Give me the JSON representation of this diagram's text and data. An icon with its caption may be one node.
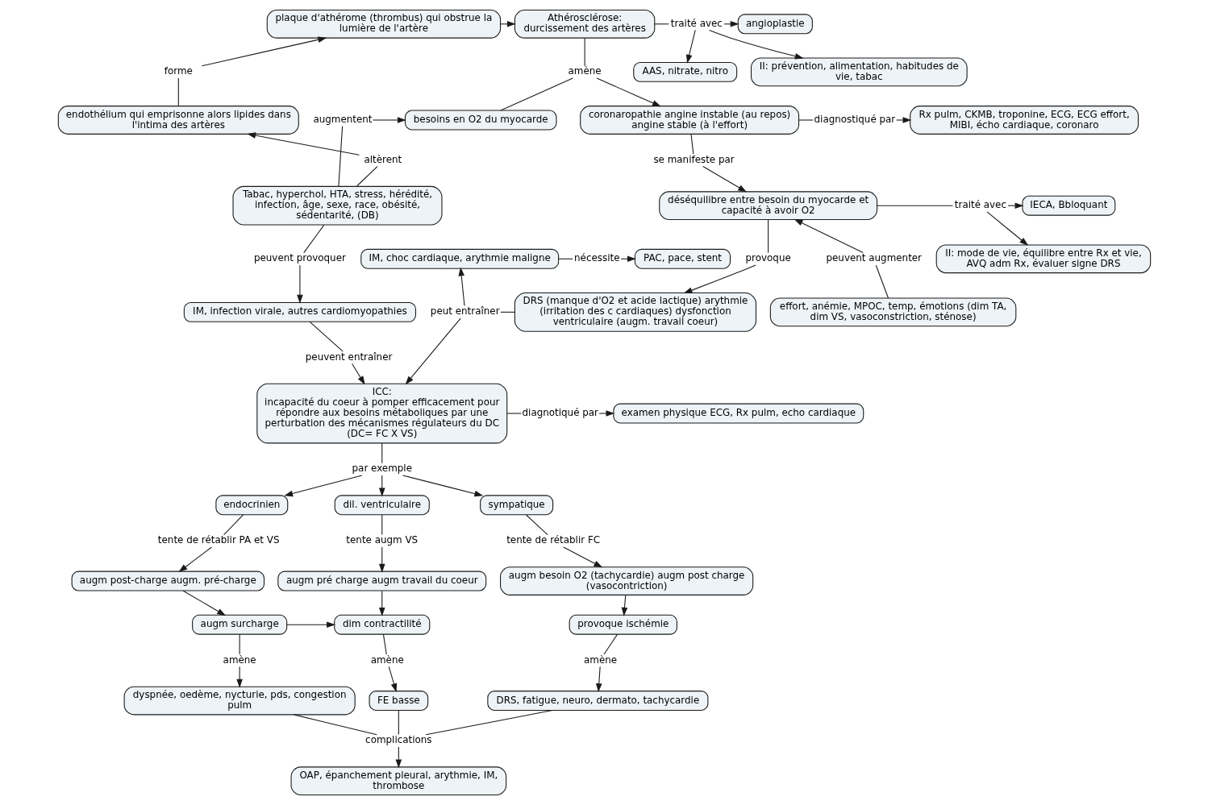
{
  "diagram": {
    "nodes": [
      {
        "text": [
          "plaque d'athérome (thrombus) qui obstrue la lumière de l'artère"
        ]
      },
      {
        "text": [
          "Athérosclérose:",
          "durcissement des artères"
        ]
      },
      {
        "text": [
          "traité avec"
        ]
      },
      {
        "text": [
          "angioplastie"
        ]
      },
      {
        "text": [
          "AAS, nitrate, nitro"
        ]
      },
      {
        "text": [
          "forme"
        ]
      },
      {
        "text": [
          "II: prévention, alimentation, habitudes de vie, tabac"
        ]
      },
      {
        "text": [
          "endothélium qui emprisonne alors lipides dans l'intima des artères"
        ]
      },
      {
        "text": [
          "besoins en O2 du myocarde"
        ]
      },
      {
        "text": [
          "amène"
        ]
      },
      {
        "text": [
          "coronaropathie angine instable (au repos) angine stable (à l'effort)"
        ]
      },
      {
        "text": [
          "diagnostiqué par"
        ]
      },
      {
        "text": [
          "Rx pulm, CKMB, troponine, ECG, ECG effort, MIBI, écho cardiaque, coronaro"
        ]
      },
      {
        "text": [
          "altèrent"
        ]
      },
      {
        "text": [
          "Tabac, hyperchol, HTA, stress, hérédité, infection, âge, sexe, race, obésité, sédentarité, (DB)"
        ]
      },
      {
        "text": [
          "augmentent"
        ]
      },
      {
        "text": [
          "se manifeste par"
        ]
      },
      {
        "text": [
          "déséquilibre entre besoin du myocarde et capacité à avoir O2"
        ]
      },
      {
        "text": [
          "traité avec"
        ]
      },
      {
        "text": [
          "IECA, Bbloquant"
        ]
      },
      {
        "text": [
          "nécessite"
        ]
      },
      {
        "text": [
          "PAC, pace, stent"
        ]
      },
      {
        "text": [
          "II: mode de vie, équilibre entre Rx et vie, AVQ adm Rx, évaluer signe DRS"
        ]
      },
      {
        "text": [
          "provoque"
        ]
      },
      {
        "text": [
          "peuvent augmenter"
        ]
      },
      {
        "text": [
          "peuvent provoquer"
        ]
      },
      {
        "text": [
          "IM, choc cardiaque, arythmie maligne"
        ]
      },
      {
        "text": [
          "DRS (manque d'O2 et acide lactique) arythmie (irritation des c cardiaques) dysfonction ventriculaire (augm. travail coeur)"
        ]
      },
      {
        "text": [
          "effort, anémie, MPOC, temp, émotions (dim TA, dim VS, vasoconstriction, sténose)"
        ]
      },
      {
        "text": [
          "peut entraîner"
        ]
      },
      {
        "text": [
          "IM, infection virale, autres cardiomyopathies"
        ]
      },
      {
        "text": [
          "peuvent entraîner"
        ]
      },
      {
        "text": [
          "ICC:",
          "incapacité du coeur à pomper efficacement pour répondre aux besoins métaboliques par une perturbation des mécanismes régulateurs du DC (DC= FC X VS)"
        ]
      },
      {
        "text": [
          "diagnotiqué par"
        ]
      },
      {
        "text": [
          "examen physique ECG, Rx pulm, echo cardiaque"
        ]
      },
      {
        "text": [
          "par exemple"
        ]
      },
      {
        "text": [
          "dil. ventriculaire"
        ]
      },
      {
        "text": [
          "endocrinien"
        ]
      },
      {
        "text": [
          "sympatique"
        ]
      },
      {
        "text": [
          "tente augm VS"
        ]
      },
      {
        "text": [
          "tente de rétablir PA et VS"
        ]
      },
      {
        "text": [
          "tente de rétablir FC"
        ]
      },
      {
        "text": [
          "augm pré charge augm travail du coeur"
        ]
      },
      {
        "text": [
          "augm post-charge augm. pré-charge"
        ]
      },
      {
        "text": [
          "augm besoin O2 (tachycardie) augm post charge (vasocontriction)"
        ]
      },
      {
        "text": [
          "dim contractilité"
        ]
      },
      {
        "text": [
          "augm surcharge"
        ]
      },
      {
        "text": [
          "provoque ischémie"
        ]
      },
      {
        "text": [
          "amène"
        ]
      },
      {
        "text": [
          "amène"
        ]
      },
      {
        "text": [
          "amène"
        ]
      },
      {
        "text": [
          "FE basse"
        ]
      },
      {
        "text": [
          "dyspnée, oedème, nycturie, pds, congestion pulm"
        ]
      },
      {
        "text": [
          "DRS, fatigue, neuro, dermato, tachycardie"
        ]
      },
      {
        "text": [
          "complications"
        ]
      },
      {
        "text": [
          "OAP, épanchement pleural, arythmie, IM, thrombose"
        ]
      }
    ],
    "edges": [
      {
        "from": 0,
        "to": 1,
        "arrow": "to"
      },
      {
        "from": 1,
        "to": 2,
        "arrow": "none"
      },
      {
        "from": 2,
        "to": 3,
        "arrow": "to"
      },
      {
        "from": 2,
        "to": 4,
        "arrow": "to"
      },
      {
        "from": 2,
        "to": 6,
        "arrow": "to"
      },
      {
        "from": 5,
        "to": 7,
        "arrow": "none"
      },
      {
        "from": 5,
        "to": 0,
        "arrow": "to"
      },
      {
        "from": 13,
        "to": 14,
        "arrow": "none"
      },
      {
        "from": 13,
        "to": 7,
        "arrow": "to"
      },
      {
        "from": 1,
        "to": 9,
        "arrow": "none"
      },
      {
        "from": 9,
        "to": 8,
        "arrow": "none"
      },
      {
        "from": 9,
        "to": 10,
        "arrow": "to"
      },
      {
        "from": 15,
        "to": 14,
        "arrow": "none"
      },
      {
        "from": 15,
        "to": 8,
        "arrow": "to"
      },
      {
        "from": 10,
        "to": 11,
        "arrow": "none"
      },
      {
        "from": 11,
        "to": 12,
        "arrow": "to"
      },
      {
        "from": 10,
        "to": 16,
        "arrow": "none"
      },
      {
        "from": 16,
        "to": 17,
        "arrow": "to"
      },
      {
        "from": 17,
        "to": 18,
        "arrow": "none"
      },
      {
        "from": 18,
        "to": 19,
        "arrow": "to"
      },
      {
        "from": 18,
        "to": 22,
        "arrow": "to"
      },
      {
        "from": 26,
        "to": 20,
        "arrow": "none"
      },
      {
        "from": 20,
        "to": 21,
        "arrow": "to"
      },
      {
        "from": 17,
        "to": 23,
        "arrow": "none"
      },
      {
        "from": 23,
        "to": 27,
        "arrow": "to"
      },
      {
        "from": 24,
        "to": 28,
        "arrow": "none"
      },
      {
        "from": 24,
        "to": 17,
        "arrow": "to"
      },
      {
        "from": 14,
        "to": 25,
        "arrow": "none"
      },
      {
        "from": 25,
        "to": 30,
        "arrow": "to"
      },
      {
        "from": 29,
        "to": 27,
        "arrow": "none"
      },
      {
        "from": 29,
        "to": 26,
        "arrow": "to"
      },
      {
        "from": 29,
        "to": 32,
        "arrow": "to"
      },
      {
        "from": 30,
        "to": 31,
        "arrow": "none"
      },
      {
        "from": 31,
        "to": 32,
        "arrow": "to"
      },
      {
        "from": 32,
        "to": 33,
        "arrow": "none"
      },
      {
        "from": 33,
        "to": 34,
        "arrow": "to"
      },
      {
        "from": 32,
        "to": 35,
        "arrow": "none"
      },
      {
        "from": 35,
        "to": 36,
        "arrow": "to"
      },
      {
        "from": 35,
        "to": 37,
        "arrow": "to"
      },
      {
        "from": 35,
        "to": 38,
        "arrow": "to"
      },
      {
        "from": 36,
        "to": 39,
        "arrow": "none"
      },
      {
        "from": 39,
        "to": 42,
        "arrow": "to"
      },
      {
        "from": 37,
        "to": 40,
        "arrow": "none"
      },
      {
        "from": 40,
        "to": 43,
        "arrow": "to"
      },
      {
        "from": 38,
        "to": 41,
        "arrow": "none"
      },
      {
        "from": 41,
        "to": 44,
        "arrow": "to"
      },
      {
        "from": 42,
        "to": 45,
        "arrow": "to"
      },
      {
        "from": 43,
        "to": 46,
        "arrow": "to"
      },
      {
        "from": 46,
        "to": 45,
        "arrow": "to"
      },
      {
        "from": 44,
        "to": 47,
        "arrow": "to"
      },
      {
        "from": 45,
        "to": 48,
        "arrow": "none"
      },
      {
        "from": 48,
        "to": 51,
        "arrow": "to"
      },
      {
        "from": 46,
        "to": 49,
        "arrow": "none"
      },
      {
        "from": 49,
        "to": 52,
        "arrow": "to"
      },
      {
        "from": 47,
        "to": 50,
        "arrow": "none"
      },
      {
        "from": 50,
        "to": 53,
        "arrow": "to"
      },
      {
        "from": 51,
        "to": 54,
        "arrow": "none"
      },
      {
        "from": 52,
        "to": 54,
        "arrow": "none"
      },
      {
        "from": 53,
        "to": 54,
        "arrow": "none"
      },
      {
        "from": 54,
        "to": 55,
        "arrow": "to"
      }
    ]
  }
}
